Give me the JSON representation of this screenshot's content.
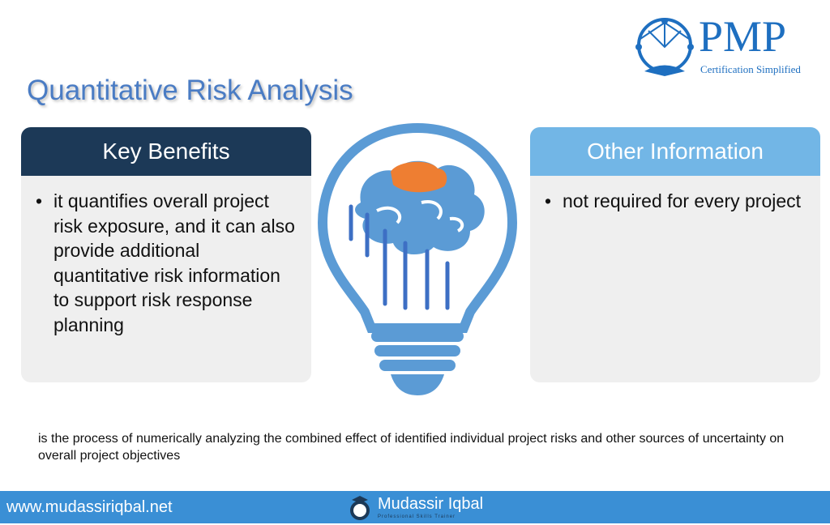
{
  "title": "Quantitative Risk Analysis",
  "logo": {
    "name": "PMP",
    "tagline": "Certification Simplified"
  },
  "key_benefits": {
    "header": "Key Benefits",
    "items": [
      "it quantifies overall project risk exposure, and it can also provide additional quantitative risk information to support risk response planning"
    ]
  },
  "other_information": {
    "header": "Other Information",
    "items": [
      "not required for every project"
    ]
  },
  "description": "is the process of numerically analyzing the combined effect of identified individual project risks and other sources of uncertainty on overall project objectives",
  "footer": {
    "url": "www.mudassiriqbal.net",
    "brand": "Mudassir Iqbal",
    "brand_tagline": "Professional Skills Trainer"
  },
  "colors": {
    "accent": "#4a7cc4",
    "dark_header": "#1c3957",
    "light_header": "#72b6e6",
    "footer": "#3a8fd5"
  }
}
